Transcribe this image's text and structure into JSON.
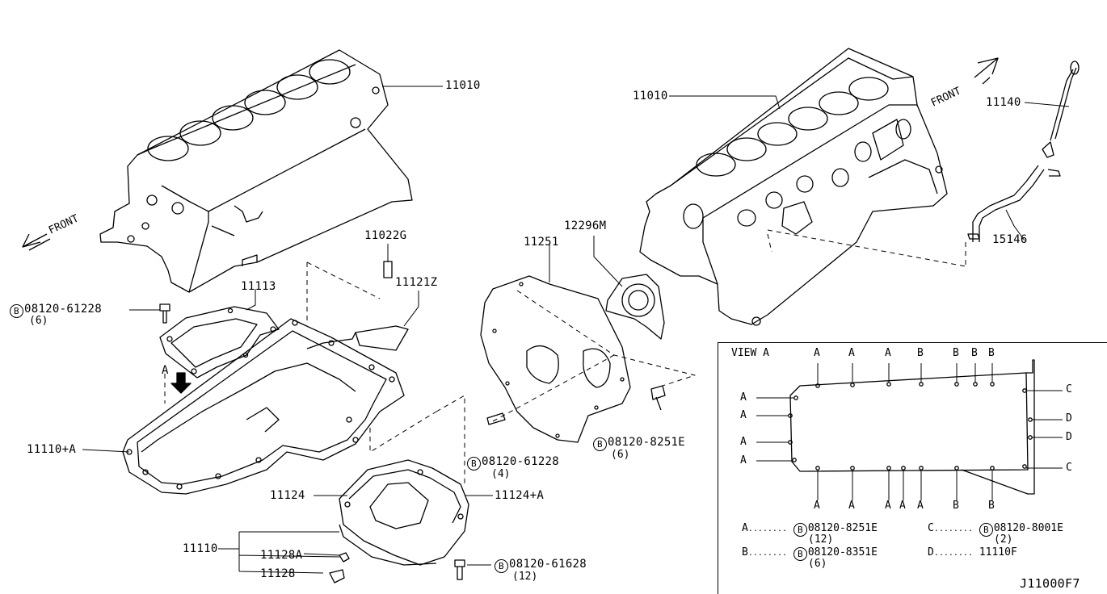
{
  "labels": {
    "block_left": "11010",
    "block_right": "11010",
    "front_left": "FRONT",
    "front_right": "FRONT",
    "sensor_bolt": "11022G",
    "sensor": "11121Z",
    "baffle": "11113",
    "bolt_left_part": "08120-61228",
    "bolt_left_qty": "(6)",
    "view_arrow": "A",
    "upper_pan": "11110+A",
    "lower_pan": "11124",
    "lower_pan_a": "11124+A",
    "pan_assy": "11110",
    "drain_washer": "11128A",
    "drain_plug": "11128",
    "bolt_bottom_part": "08120-61628",
    "bolt_bottom_qty": "(12)",
    "bolt_mid_part": "08120-61228",
    "bolt_mid_qty": "(4)",
    "rear_plate": "11251",
    "rear_seal": "12296M",
    "bolt_right_part": "08120-8251E",
    "bolt_right_qty": "(6)",
    "dipstick": "11140",
    "dipstick_guide": "15146",
    "diagram_code": "J11000F7"
  },
  "view_a": {
    "title": "VIEW A",
    "top_letters": [
      "A",
      "A",
      "A",
      "B",
      "B",
      "B",
      "B"
    ],
    "left_letters": [
      "A",
      "A",
      "A",
      "A"
    ],
    "right_letters": [
      "C",
      "D",
      "D",
      "C"
    ],
    "bottom_letters": [
      "A",
      "A",
      "A",
      "A",
      "A",
      "B",
      "B"
    ],
    "legend": {
      "a_key": "A",
      "a_dots": "........",
      "a_part": "08120-8251E",
      "a_qty": "(12)",
      "b_key": "B",
      "b_dots": "........",
      "b_part": "08120-8351E",
      "b_qty": "(6)",
      "c_key": "C",
      "c_dots": "........",
      "c_part": "08120-8001E",
      "c_qty": "(2)",
      "d_key": "D",
      "d_dots": "........",
      "d_part": "11110F"
    }
  },
  "bolt_symbol": "B"
}
